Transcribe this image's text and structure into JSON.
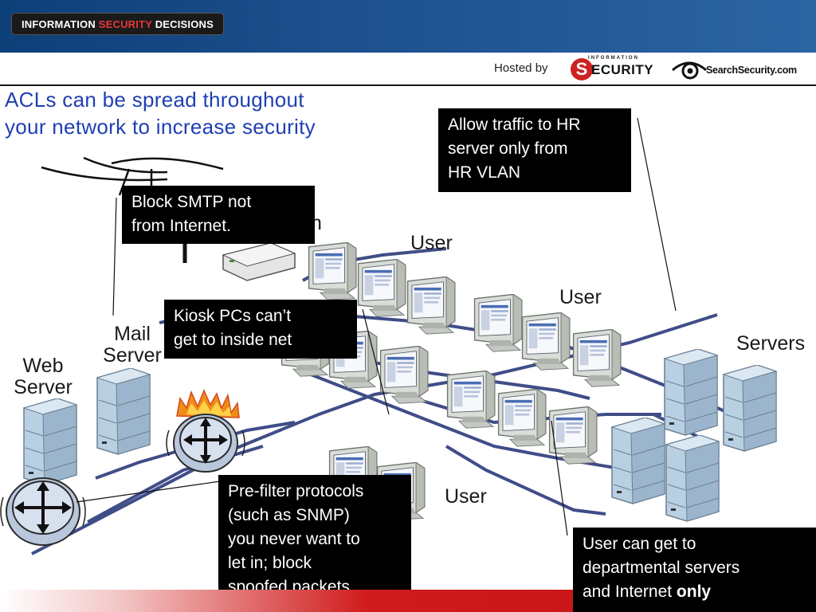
{
  "header": {
    "badge": {
      "part1": "INFORMATION",
      "part2": "SECURITY",
      "part3": "DECISIONS"
    },
    "hosted_by": "Hosted by",
    "infosec_logo": {
      "top_text": "INFORMATION",
      "letter": "S",
      "word": "ECURITY"
    },
    "searchsecurity_logo": "SearchSecurity.com"
  },
  "title": {
    "line1": "ACLs can be spread throughout",
    "line2": "your network to increase security"
  },
  "labels": {
    "user_top": "User",
    "user_mid": "User",
    "user_bottom": "User",
    "servers": "Servers",
    "mail_server_1": "Mail",
    "mail_server_2": "Server",
    "web_server_1": "Web",
    "web_server_2": "Server",
    "partial_hidden": "n"
  },
  "callouts": {
    "hr": [
      "Allow traffic to HR",
      "server only from",
      "HR VLAN"
    ],
    "smtp": [
      "Block SMTP not",
      "from Internet."
    ],
    "kiosk": [
      "Kiosk PCs can’t",
      "get to inside net"
    ],
    "prefilter": [
      "Pre-filter protocols",
      "(such as SNMP)",
      "you never want to",
      "let in; block",
      "spoofed packets"
    ],
    "user": {
      "line1": "User can get to",
      "line2": "departmental servers",
      "line3_prefix": "and Internet ",
      "line3_bold": "only"
    }
  },
  "colors": {
    "header_blue": "#1c4f8c",
    "title_blue": "#1f3fb3",
    "network_line": "#3f4d88",
    "callout_bg": "#000000",
    "footer_red": "#c50f10",
    "fire": "#f08c1a"
  },
  "icons": [
    "router-icon",
    "firewall-router-icon",
    "flame-icon",
    "antenna-icon",
    "server-icon",
    "workstation-icon",
    "hub-icon"
  ]
}
